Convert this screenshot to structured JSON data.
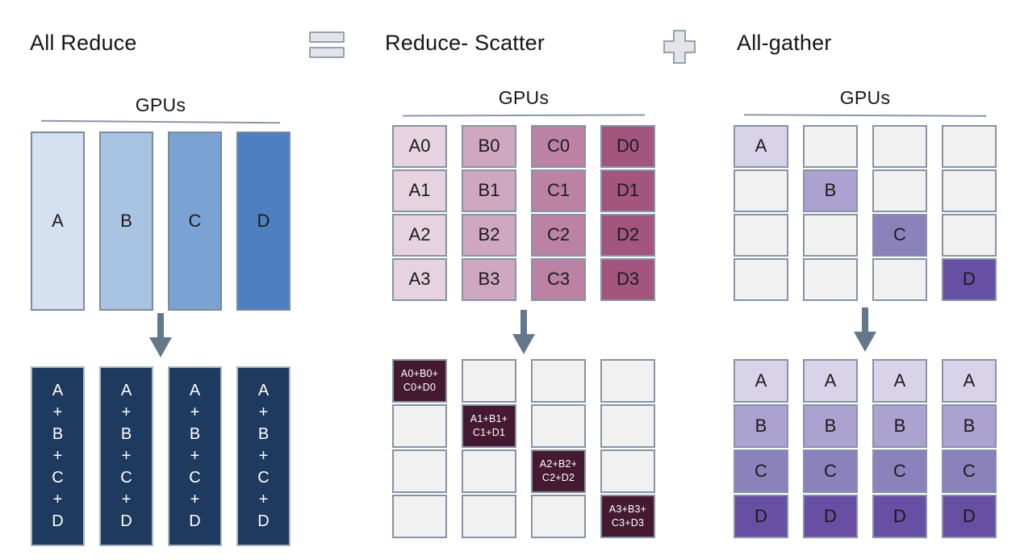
{
  "header": {
    "left_title": "All Reduce",
    "middle_title": "Reduce- Scatter",
    "right_title": "All-gather",
    "equals_icon": "equals-icon",
    "plus_icon": "plus-icon"
  },
  "colors": {
    "blue_a": "#d5e1f0",
    "blue_b": "#a9c3e3",
    "blue_c": "#7aa2d3",
    "blue_d": "#4d7fc1",
    "navy": "#1f3a5f",
    "pink_a": "#e6d3df",
    "pink_b": "#cfa8c0",
    "pink_c": "#bb82a3",
    "pink_d": "#a3557d",
    "maroon": "#451a30",
    "empty": "#f1f1f2",
    "purple_a": "#d9d3e9",
    "purple_b": "#aba2cf",
    "purple_c": "#8b82bb",
    "purple_d": "#674fa3",
    "arrow": "#64788c",
    "blue_border": "#7b8a9d",
    "navy_border": "#aab6c3",
    "grid_border": "#8493a6"
  },
  "panels": [
    {
      "id": "all-reduce",
      "gpus_label": "GPUs",
      "top": {
        "kind": "tall",
        "columns": [
          {
            "cells": [
              {
                "label": "A",
                "bg": "blue_a",
                "border": "blue_border"
              }
            ]
          },
          {
            "cells": [
              {
                "label": "B",
                "bg": "blue_b",
                "border": "blue_border"
              }
            ]
          },
          {
            "cells": [
              {
                "label": "C",
                "bg": "blue_c",
                "border": "blue_border"
              }
            ]
          },
          {
            "cells": [
              {
                "label": "D",
                "bg": "blue_d",
                "border": "blue_border"
              }
            ]
          }
        ]
      },
      "bottom": {
        "kind": "tall",
        "columns": [
          {
            "cells": [
              {
                "lines": [
                  "A",
                  "+",
                  "B",
                  "+",
                  "C",
                  "+",
                  "D"
                ],
                "bg": "navy",
                "fg": "#ffffff",
                "border": "navy_border"
              }
            ]
          },
          {
            "cells": [
              {
                "lines": [
                  "A",
                  "+",
                  "B",
                  "+",
                  "C",
                  "+",
                  "D"
                ],
                "bg": "navy",
                "fg": "#ffffff",
                "border": "navy_border"
              }
            ]
          },
          {
            "cells": [
              {
                "lines": [
                  "A",
                  "+",
                  "B",
                  "+",
                  "C",
                  "+",
                  "D"
                ],
                "bg": "navy",
                "fg": "#ffffff",
                "border": "navy_border"
              }
            ]
          },
          {
            "cells": [
              {
                "lines": [
                  "A",
                  "+",
                  "B",
                  "+",
                  "C",
                  "+",
                  "D"
                ],
                "bg": "navy",
                "fg": "#ffffff",
                "border": "navy_border"
              }
            ]
          }
        ]
      }
    },
    {
      "id": "reduce-scatter",
      "gpus_label": "GPUs",
      "top": {
        "kind": "grid",
        "columns": [
          {
            "cells": [
              {
                "label": "A0",
                "bg": "pink_a"
              },
              {
                "label": "A1",
                "bg": "pink_a"
              },
              {
                "label": "A2",
                "bg": "pink_a"
              },
              {
                "label": "A3",
                "bg": "pink_a"
              }
            ]
          },
          {
            "cells": [
              {
                "label": "B0",
                "bg": "pink_b"
              },
              {
                "label": "B1",
                "bg": "pink_b"
              },
              {
                "label": "B2",
                "bg": "pink_b"
              },
              {
                "label": "B3",
                "bg": "pink_b"
              }
            ]
          },
          {
            "cells": [
              {
                "label": "C0",
                "bg": "pink_c"
              },
              {
                "label": "C1",
                "bg": "pink_c"
              },
              {
                "label": "C2",
                "bg": "pink_c"
              },
              {
                "label": "C3",
                "bg": "pink_c"
              }
            ]
          },
          {
            "cells": [
              {
                "label": "D0",
                "bg": "pink_d"
              },
              {
                "label": "D1",
                "bg": "pink_d"
              },
              {
                "label": "D2",
                "bg": "pink_d"
              },
              {
                "label": "D3",
                "bg": "pink_d"
              }
            ]
          }
        ]
      },
      "bottom": {
        "kind": "grid",
        "columns": [
          {
            "cells": [
              {
                "lines": [
                  "A0+B0+",
                  "C0+D0"
                ],
                "bg": "maroon",
                "fg": "#ffffff",
                "small": true
              },
              {
                "label": "",
                "bg": "empty"
              },
              {
                "label": "",
                "bg": "empty"
              },
              {
                "label": "",
                "bg": "empty"
              }
            ]
          },
          {
            "cells": [
              {
                "label": "",
                "bg": "empty"
              },
              {
                "lines": [
                  "A1+B1+",
                  "C1+D1"
                ],
                "bg": "maroon",
                "fg": "#ffffff",
                "small": true
              },
              {
                "label": "",
                "bg": "empty"
              },
              {
                "label": "",
                "bg": "empty"
              }
            ]
          },
          {
            "cells": [
              {
                "label": "",
                "bg": "empty"
              },
              {
                "label": "",
                "bg": "empty"
              },
              {
                "lines": [
                  "A2+B2+",
                  "C2+D2"
                ],
                "bg": "maroon",
                "fg": "#ffffff",
                "small": true
              },
              {
                "label": "",
                "bg": "empty"
              }
            ]
          },
          {
            "cells": [
              {
                "label": "",
                "bg": "empty"
              },
              {
                "label": "",
                "bg": "empty"
              },
              {
                "label": "",
                "bg": "empty"
              },
              {
                "lines": [
                  "A3+B3+",
                  "C3+D3"
                ],
                "bg": "maroon",
                "fg": "#ffffff",
                "small": true
              }
            ]
          }
        ]
      }
    },
    {
      "id": "all-gather",
      "gpus_label": "GPUs",
      "top": {
        "kind": "grid",
        "columns": [
          {
            "cells": [
              {
                "label": "A",
                "bg": "purple_a"
              },
              {
                "label": "",
                "bg": "empty"
              },
              {
                "label": "",
                "bg": "empty"
              },
              {
                "label": "",
                "bg": "empty"
              }
            ]
          },
          {
            "cells": [
              {
                "label": "",
                "bg": "empty"
              },
              {
                "label": "B",
                "bg": "purple_b"
              },
              {
                "label": "",
                "bg": "empty"
              },
              {
                "label": "",
                "bg": "empty"
              }
            ]
          },
          {
            "cells": [
              {
                "label": "",
                "bg": "empty"
              },
              {
                "label": "",
                "bg": "empty"
              },
              {
                "label": "C",
                "bg": "purple_c"
              },
              {
                "label": "",
                "bg": "empty"
              }
            ]
          },
          {
            "cells": [
              {
                "label": "",
                "bg": "empty"
              },
              {
                "label": "",
                "bg": "empty"
              },
              {
                "label": "",
                "bg": "empty"
              },
              {
                "label": "D",
                "bg": "purple_d"
              }
            ]
          }
        ]
      },
      "bottom": {
        "kind": "grid",
        "columns": [
          {
            "cells": [
              {
                "label": "A",
                "bg": "purple_a"
              },
              {
                "label": "B",
                "bg": "purple_b"
              },
              {
                "label": "C",
                "bg": "purple_c"
              },
              {
                "label": "D",
                "bg": "purple_d"
              }
            ]
          },
          {
            "cells": [
              {
                "label": "A",
                "bg": "purple_a"
              },
              {
                "label": "B",
                "bg": "purple_b"
              },
              {
                "label": "C",
                "bg": "purple_c"
              },
              {
                "label": "D",
                "bg": "purple_d"
              }
            ]
          },
          {
            "cells": [
              {
                "label": "A",
                "bg": "purple_a"
              },
              {
                "label": "B",
                "bg": "purple_b"
              },
              {
                "label": "C",
                "bg": "purple_c"
              },
              {
                "label": "D",
                "bg": "purple_d"
              }
            ]
          },
          {
            "cells": [
              {
                "label": "A",
                "bg": "purple_a"
              },
              {
                "label": "B",
                "bg": "purple_b"
              },
              {
                "label": "C",
                "bg": "purple_c"
              },
              {
                "label": "D",
                "bg": "purple_d"
              }
            ]
          }
        ]
      }
    }
  ]
}
